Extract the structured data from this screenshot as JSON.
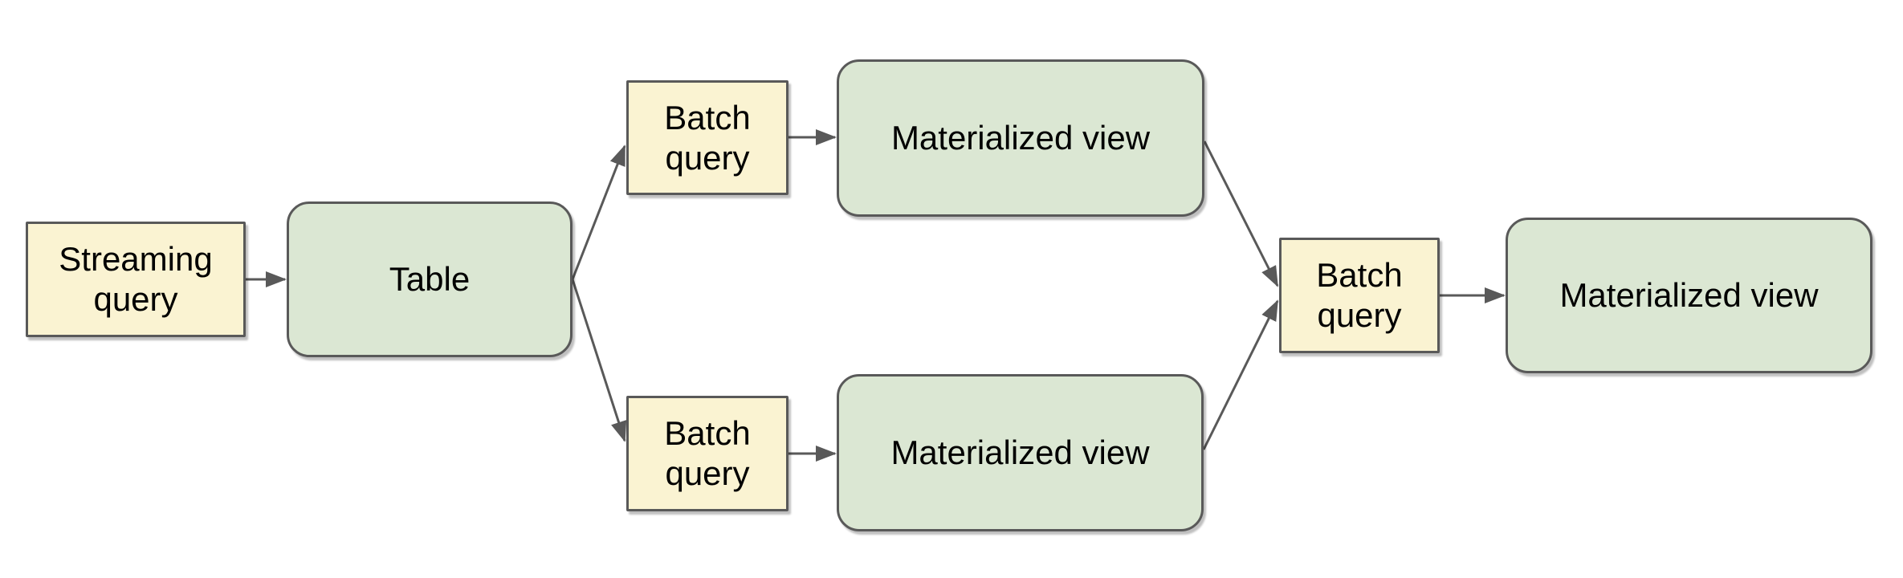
{
  "diagram": {
    "background_color": "#ffffff",
    "colors": {
      "query_node_fill": "#faf3d2",
      "table_view_node_fill": "#dbe7d3",
      "node_border": "#595959",
      "connector": "#595959",
      "text": "#000000"
    },
    "nodes": [
      {
        "id": "streaming-query",
        "label": "Streaming query",
        "shape": "rectangle",
        "fill": "yellow"
      },
      {
        "id": "table",
        "label": "Table",
        "shape": "rounded-rectangle",
        "fill": "green"
      },
      {
        "id": "batch-query-top",
        "label": "Batch query",
        "shape": "rectangle",
        "fill": "yellow"
      },
      {
        "id": "materialized-view-top",
        "label": "Materialized view",
        "shape": "rounded-rectangle",
        "fill": "green"
      },
      {
        "id": "batch-query-bottom",
        "label": "Batch query",
        "shape": "rectangle",
        "fill": "yellow"
      },
      {
        "id": "materialized-view-bottom",
        "label": "Materialized view",
        "shape": "rounded-rectangle",
        "fill": "green"
      },
      {
        "id": "batch-query-final",
        "label": "Batch query",
        "shape": "rectangle",
        "fill": "yellow"
      },
      {
        "id": "materialized-view-final",
        "label": "Materialized view",
        "shape": "rounded-rectangle",
        "fill": "green"
      }
    ],
    "edges": [
      {
        "from": "streaming-query",
        "to": "table"
      },
      {
        "from": "table",
        "to": "batch-query-top"
      },
      {
        "from": "table",
        "to": "batch-query-bottom"
      },
      {
        "from": "batch-query-top",
        "to": "materialized-view-top"
      },
      {
        "from": "batch-query-bottom",
        "to": "materialized-view-bottom"
      },
      {
        "from": "materialized-view-top",
        "to": "batch-query-final"
      },
      {
        "from": "materialized-view-bottom",
        "to": "batch-query-final"
      },
      {
        "from": "batch-query-final",
        "to": "materialized-view-final"
      }
    ]
  }
}
